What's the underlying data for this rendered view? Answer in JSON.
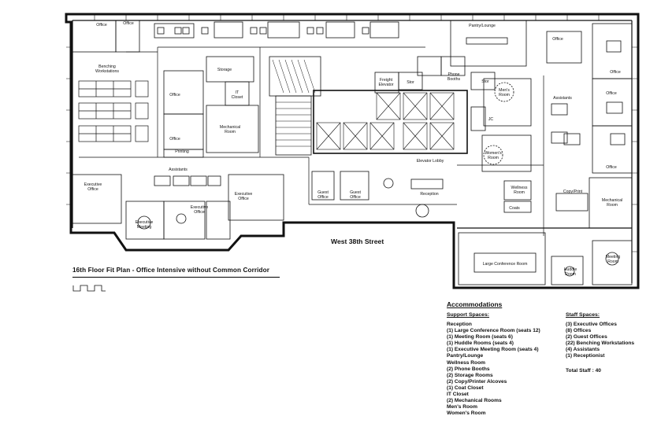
{
  "plan": {
    "title": "16th Floor Fit Plan - Office Intensive without Common Corridor",
    "street": "West 38th Street",
    "rooms": {
      "office": "Office",
      "benching1": "Benching",
      "benching2": "Workstations",
      "storage": "Storage",
      "it1": "IT",
      "it2": "Closet",
      "mech1": "Mechanical",
      "mech2": "Room",
      "printing": "Printing",
      "assistants": "Assistants",
      "exec1": "Executive",
      "exec2": "Office",
      "huddle1": "Huddle",
      "huddle2": "Room",
      "execMeeting1": "Executive",
      "execMeeting2": "Meeting",
      "freight1": "Freight",
      "freight2": "Elevator",
      "stor": "Stor",
      "phone1": "Phone",
      "phone2": "Booths",
      "pantry": "Pantry/Lounge",
      "mens1": "Men's",
      "mens2": "Room",
      "womens1": "Women's",
      "womens2": "Room",
      "jc": "JC",
      "elevatorLobby": "Elevator Lobby",
      "guest1": "Guest",
      "guest2": "Office",
      "reception": "Reception",
      "wellness1": "Wellness",
      "wellness2": "Room",
      "coats": "Coats",
      "copy": "Copy/Print",
      "largeConf": "Large Conference Room",
      "meeting1": "Meeting",
      "meeting2": "Room"
    }
  },
  "accommodations": {
    "heading": "Accommodations",
    "support_heading": "Support Spaces:",
    "support": [
      "Reception",
      "(1) Large Conference Room (seats 12)",
      "(1) Meeting Room (seats 6)",
      "(1) Huddle Rooms (seats 4)",
      "(1) Executive Meeting Room (seats 4)",
      "Pantry/Lounge",
      "Wellness Room",
      "(2) Phone Booths",
      "(2) Storage Rooms",
      "(2) Copy/Printer Alcoves",
      "(1) Coat Closet",
      "IT Closet",
      "(2) Mechanical Rooms",
      "Men's Room",
      "Women's Room"
    ],
    "staff_heading": "Staff Spaces:",
    "staff": [
      "(3) Executive Offices",
      "(8) Offices",
      "(2) Guest Offices",
      "(22) Benching Workstations",
      "(4) Assistants",
      "(1) Receptionist"
    ],
    "total": "Total Staff : 40"
  }
}
